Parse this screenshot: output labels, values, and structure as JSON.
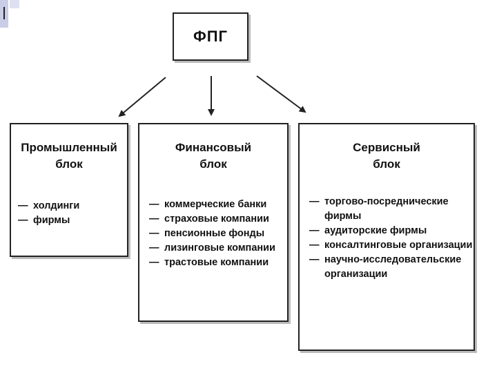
{
  "root": {
    "label": "ФПГ"
  },
  "blocks": [
    {
      "title_line1": "Промышленный",
      "title_line2": "блок",
      "items": [
        "холдинги",
        "фирмы"
      ]
    },
    {
      "title_line1": "Финансовый",
      "title_line2": "блок",
      "items": [
        "коммерческие банки",
        "страховые компании",
        "пенсионные фонды",
        "лизинговые компании",
        "трастовые компании"
      ]
    },
    {
      "title_line1": "Сервисный",
      "title_line2": "блок",
      "items": [
        "торгово-посреднические фирмы",
        "аудиторские фирмы",
        "консалтинговые организации",
        "научно-исследовательские организации"
      ]
    }
  ],
  "list_marker": "—"
}
